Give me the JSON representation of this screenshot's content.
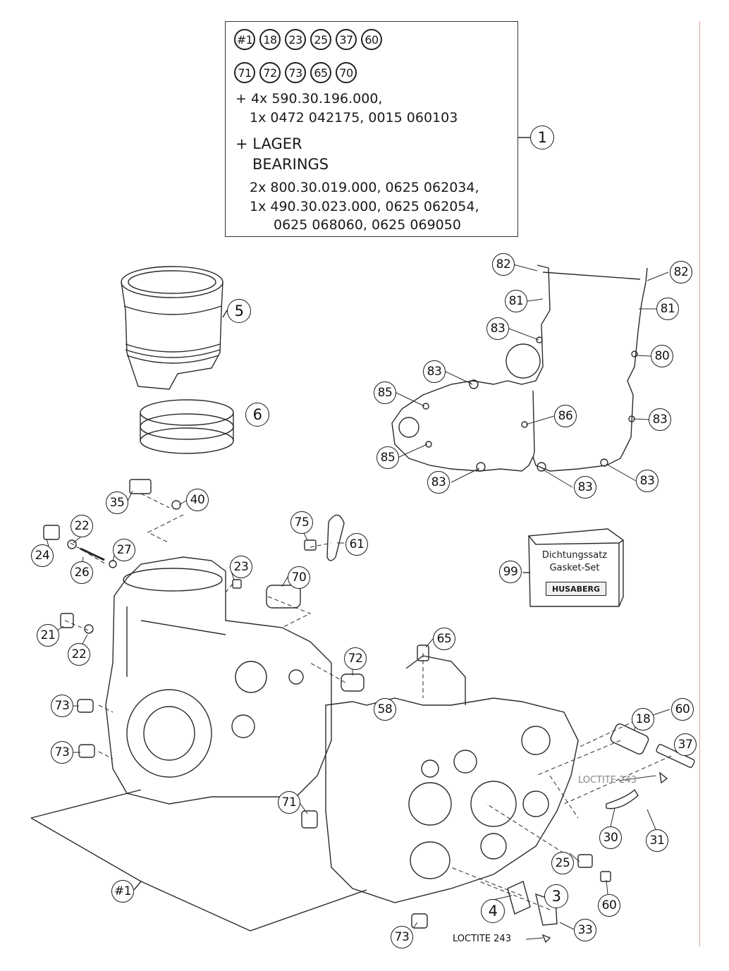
{
  "info_box": {
    "badges_row1": [
      "#1",
      "18",
      "23",
      "25",
      "37",
      "60"
    ],
    "badges_row2": [
      "71",
      "72",
      "73",
      "65",
      "70"
    ],
    "line1": "+ 4x 590.30.196.000,",
    "line2": "1x 0472 042175, 0015 060103",
    "line3": "+ LAGER",
    "line4": "BEARINGS",
    "line5": "2x 800.30.019.000, 0625 062034,",
    "line6": "1x 490.30.023.000, 0625 062054,",
    "line7": "0625 068060, 0625 069050",
    "ref_callout": "1"
  },
  "callouts": {
    "c5": "5",
    "c6": "6",
    "c82a": "82",
    "c82b": "82",
    "c81a": "81",
    "c81b": "81",
    "c83a": "83",
    "c80": "80",
    "c83b": "83",
    "c85a": "85",
    "c86": "86",
    "c83c": "83",
    "c85b": "85",
    "c83d": "83",
    "c83e": "83",
    "c83f": "83",
    "c35": "35",
    "c40": "40",
    "c22a": "22",
    "c27": "27",
    "c24": "24",
    "c26": "26",
    "c75": "75",
    "c61": "61",
    "c23": "23",
    "c70": "70",
    "c99": "99",
    "c21": "21",
    "c22b": "22",
    "c65": "65",
    "c72": "72",
    "c58": "58",
    "c73a": "73",
    "c73b": "73",
    "c60a": "60",
    "c18": "18",
    "c37": "37",
    "c71": "71",
    "c30": "30",
    "c31": "31",
    "c25": "25",
    "c60b": "60",
    "c3": "3",
    "c4": "4",
    "c33": "33",
    "c73c": "73",
    "c1hash": "#1"
  },
  "labels": {
    "loctite_top": "LOCTITE 243",
    "loctite_bottom": "LOCTITE 243"
  },
  "gasket_set": {
    "line1": "Dichtungssatz",
    "line2": "Gasket-Set",
    "brand": "HUSABERG"
  }
}
